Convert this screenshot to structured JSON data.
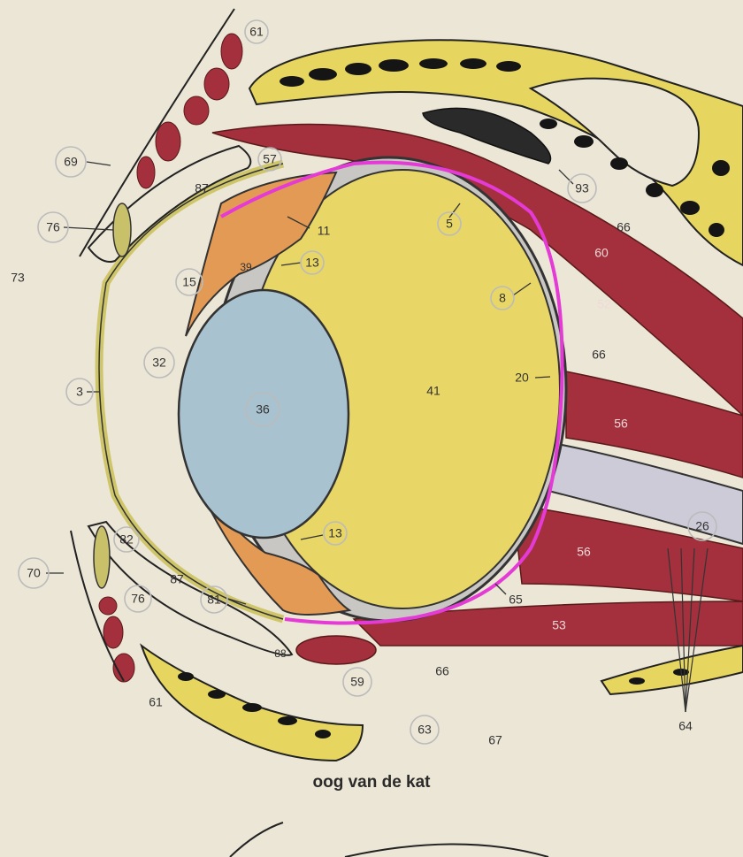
{
  "caption": "oog van de kat",
  "labels": {
    "l61_top": "61",
    "l69": "69",
    "l76_top": "76",
    "l73": "73",
    "l87_top": "87",
    "l57": "57",
    "l11": "11",
    "l13_top": "13",
    "l39": "39",
    "l15": "15",
    "l32": "32",
    "l3": "3",
    "l36": "36",
    "l41": "41",
    "l5": "5",
    "l8": "8",
    "l20": "20",
    "l93": "93",
    "l66_top": "66",
    "l60": "60",
    "l52": "52",
    "l66_mid": "66",
    "l56_top": "56",
    "l26": "26",
    "l56_bot": "56",
    "l53": "53",
    "l65": "65",
    "l13_bot": "13",
    "l82": "82",
    "l70": "70",
    "l76_bot": "76",
    "l87_bot": "87",
    "l81": "81",
    "l88": "88",
    "l59": "59",
    "l66_bot": "66",
    "l61_bot": "61",
    "l63": "63",
    "l67": "67",
    "l64": "64"
  },
  "colors": {
    "background": "#ece6d6",
    "bone": "#e6d660",
    "vitreous": "#e8d666",
    "lens": "#a9c2d0",
    "ciliary": "#e39a55",
    "muscle": "#a3303c",
    "nerve": "#cdcbd8",
    "highlight": "#e43ad6"
  }
}
